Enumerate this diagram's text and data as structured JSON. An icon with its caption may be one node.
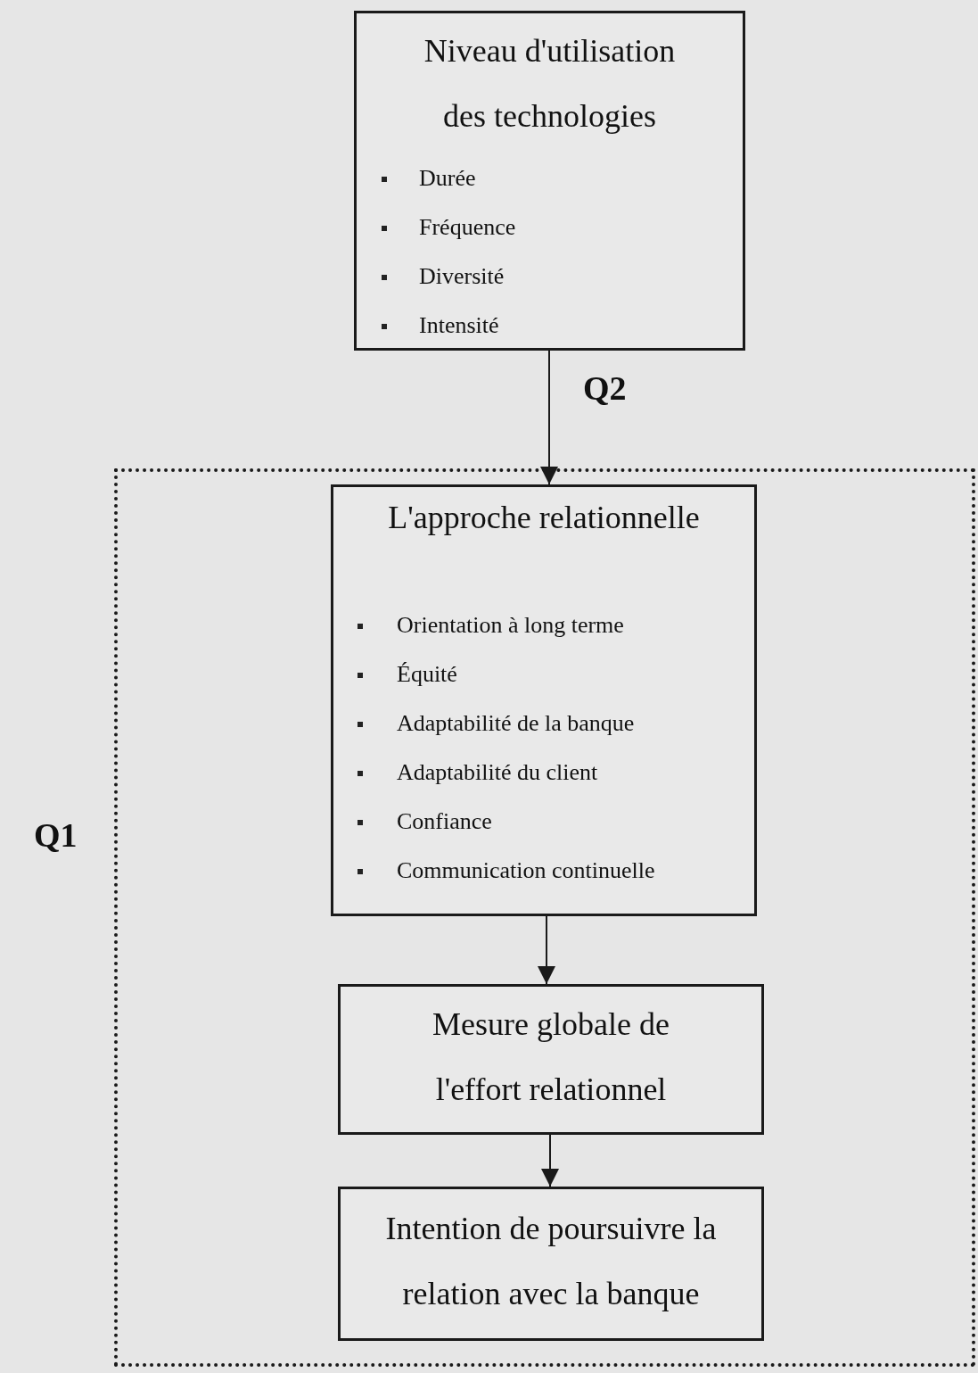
{
  "diagram": {
    "nodes": [
      {
        "text": [
          "Q1"
        ]
      },
      {
        "text": [
          "Niveau d'utilisation des technologies",
          "Durée",
          "Fréquence",
          "Diversité",
          "Intensité"
        ]
      },
      {
        "text": [
          "L'approche relationnelle",
          "Orientation à long terme",
          "Équité",
          "Adaptabilité de la banque",
          "Adaptabilité du client",
          "Confiance",
          "Communication continuelle"
        ],
        "in": 0
      },
      {
        "text": [
          "Mesure globale de l'effort relationnel"
        ],
        "in": 0
      },
      {
        "text": [
          "Intention de poursuivre la relation avec la banque"
        ],
        "in": 0
      }
    ],
    "edges": [
      {
        "from": 1,
        "to": 2,
        "arrow": "to",
        "label": "Q2"
      },
      {
        "from": 2,
        "to": 3,
        "arrow": "to"
      },
      {
        "from": 3,
        "to": 4,
        "arrow": "to"
      }
    ]
  }
}
